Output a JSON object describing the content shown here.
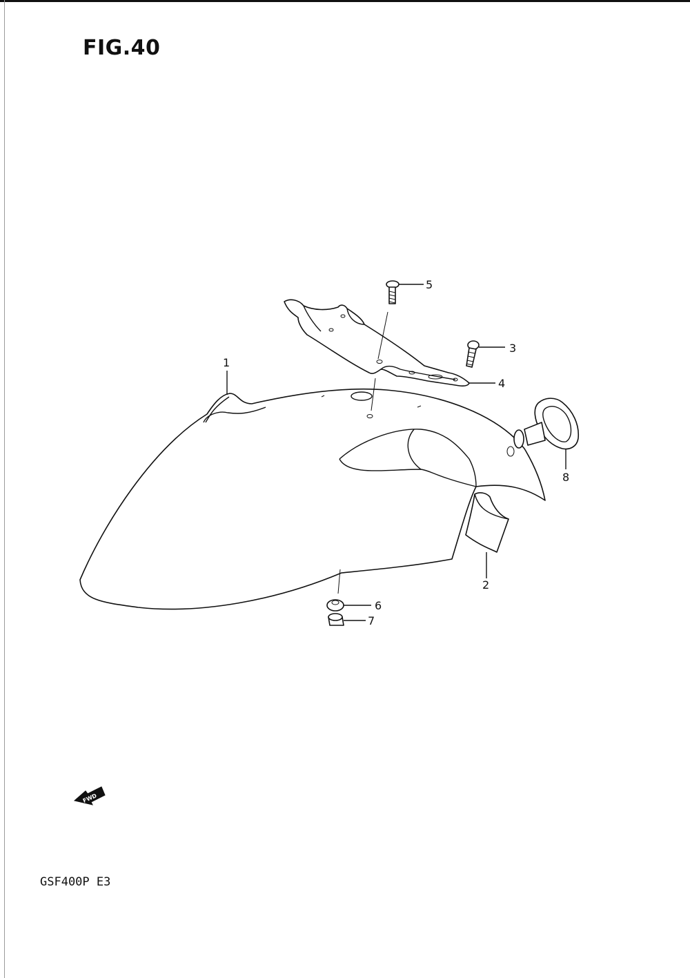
{
  "figure": {
    "title": "FIG.40",
    "model": "GSF400P E3"
  },
  "fwd_arrow": {
    "label": "FWD"
  },
  "callouts": [
    {
      "id": "1",
      "label": "1"
    },
    {
      "id": "2",
      "label": "2"
    },
    {
      "id": "3",
      "label": "3"
    },
    {
      "id": "4",
      "label": "4"
    },
    {
      "id": "5",
      "label": "5"
    },
    {
      "id": "6",
      "label": "6"
    },
    {
      "id": "7",
      "label": "7"
    },
    {
      "id": "8",
      "label": "8"
    }
  ],
  "colors": {
    "ink": "#111111",
    "paper": "#ffffff"
  }
}
